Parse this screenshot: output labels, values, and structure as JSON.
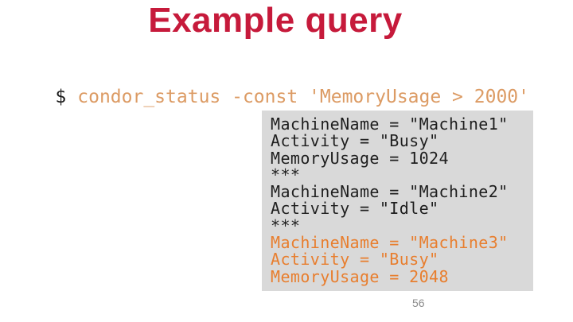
{
  "slide": {
    "title": "Example query",
    "page_number": "56"
  },
  "command": {
    "prompt": "$",
    "text": "condor_status -const 'MemoryUsage > 2000'"
  },
  "output_box": {
    "lines": [
      {
        "text": "MachineName = \"Machine1\"",
        "highlight": false
      },
      {
        "text": "Activity = \"Busy\"",
        "highlight": false
      },
      {
        "text": "MemoryUsage = 1024",
        "highlight": false
      },
      {
        "text": "***",
        "highlight": false
      },
      {
        "text": "MachineName = \"Machine2\"",
        "highlight": false
      },
      {
        "text": "Activity = \"Idle\"",
        "highlight": false
      },
      {
        "text": "***",
        "highlight": false
      },
      {
        "text": "MachineName = \"Machine3\"",
        "highlight": true
      },
      {
        "text": "Activity = \"Busy\"",
        "highlight": true
      },
      {
        "text": "MemoryUsage = 2048",
        "highlight": true
      }
    ]
  },
  "colors": {
    "background": "#FFFFFF",
    "title_red": "#C61A3B",
    "prompt_black": "#1A1A1A",
    "command_orange": "#DC9B64",
    "box_bg": "#D9D9D9",
    "box_text": "#1E1E1E",
    "highlight_orange": "#E87E2E",
    "page_gray": "#8C8C8C"
  }
}
